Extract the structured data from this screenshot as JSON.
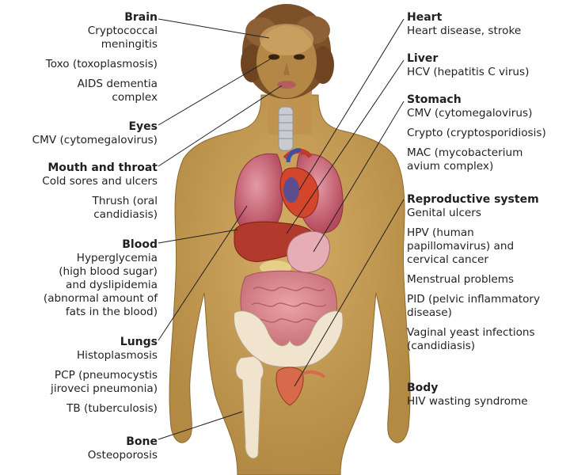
{
  "left_labels": [
    {
      "id": "brain",
      "heading": "Brain",
      "items": [
        [
          "Cryptococcal",
          "meningitis"
        ],
        [
          "Toxo (toxoplasmosis)"
        ],
        [
          "AIDS dementia",
          "complex"
        ]
      ]
    },
    {
      "id": "eyes",
      "heading": "Eyes",
      "items": [
        [
          "CMV (cytomegalovirus)"
        ]
      ]
    },
    {
      "id": "mouth",
      "heading": "Mouth and throat",
      "items": [
        [
          "Cold sores and ulcers"
        ],
        [
          "Thrush (oral",
          "candidiasis)"
        ]
      ]
    },
    {
      "id": "blood",
      "heading": "Blood",
      "items": [
        [
          "Hyperglycemia",
          "(high blood sugar)",
          "and dyslipidemia",
          "(abnormal amount of",
          "fats in the blood)"
        ]
      ]
    },
    {
      "id": "lungs",
      "heading": "Lungs",
      "items": [
        [
          "Histoplasmosis"
        ],
        [
          "PCP (pneumocystis",
          "jiroveci pneumonia)"
        ],
        [
          "TB (tuberculosis)"
        ]
      ]
    },
    {
      "id": "bone",
      "heading": "Bone",
      "items": [
        [
          "Osteoporosis"
        ]
      ]
    }
  ],
  "right_labels": [
    {
      "id": "heart",
      "heading": "Heart",
      "items": [
        [
          "Heart disease, stroke"
        ]
      ]
    },
    {
      "id": "liver",
      "heading": "Liver",
      "items": [
        [
          "HCV (hepatitis C virus)"
        ]
      ]
    },
    {
      "id": "stomach",
      "heading": "Stomach",
      "items": [
        [
          "CMV (cytomegalovirus)"
        ],
        [
          "Crypto (cryptosporidiosis)"
        ],
        [
          "MAC (mycobacterium",
          "avium complex)"
        ]
      ]
    },
    {
      "id": "reproductive",
      "heading": "Reproductive system",
      "items": [
        [
          "Genital ulcers"
        ],
        [
          "HPV (human",
          "papillomavirus) and",
          "cervical cancer"
        ],
        [
          "Menstrual problems"
        ],
        [
          "PID (pelvic inflammatory",
          "disease)"
        ],
        [
          "Vaginal yeast infections",
          "(candidiasis)"
        ]
      ]
    },
    {
      "id": "body",
      "heading": "Body",
      "items": [
        [
          "HIV wasting syndrome"
        ]
      ]
    }
  ],
  "colors": {
    "skin": "#c9a15a",
    "skin_shadow": "#a57e3b",
    "hair": "#7a5128",
    "lung": "#c7576b",
    "liver": "#b23a2c",
    "heart": "#d4462b",
    "intestine": "#d9818b",
    "bone": "#f1e4cf",
    "leader": "#231f20"
  }
}
